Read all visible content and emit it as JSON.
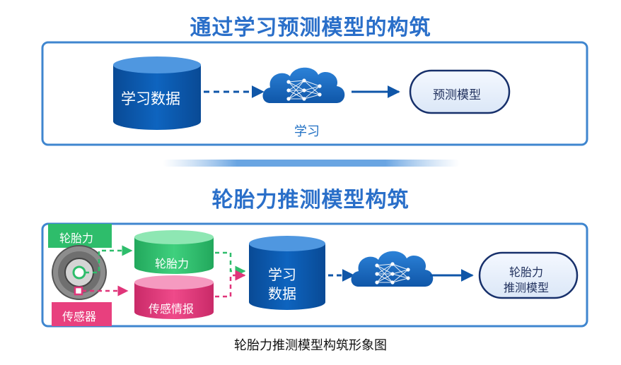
{
  "top": {
    "title": "通过学习预测模型的构筑",
    "data_label": "学习数据",
    "learn_label": "学习",
    "model_label": "预测模型"
  },
  "bottom": {
    "title": "轮胎力推测模型构筑",
    "tire_force_tag": "轮胎力",
    "sensor_tag": "传感器",
    "tire_force_db": "轮胎力",
    "sensor_info_db": "传感情报",
    "data_label_line1": "学习",
    "data_label_line2": "数据",
    "model_line1": "轮胎力",
    "model_line2": "推测模型"
  },
  "caption": "轮胎力推测模型构筑形象图",
  "colors": {
    "title_blue": "#2a6fc9",
    "db_blue": "#0a55a8",
    "frame_blue": "#3f86cf",
    "green": "#2ebd6b",
    "pink": "#e0357a",
    "cloud": "#1f6fc3"
  },
  "icons": [
    "database-icon",
    "neural-network-cloud-icon",
    "tire-icon",
    "arrow-icon"
  ]
}
